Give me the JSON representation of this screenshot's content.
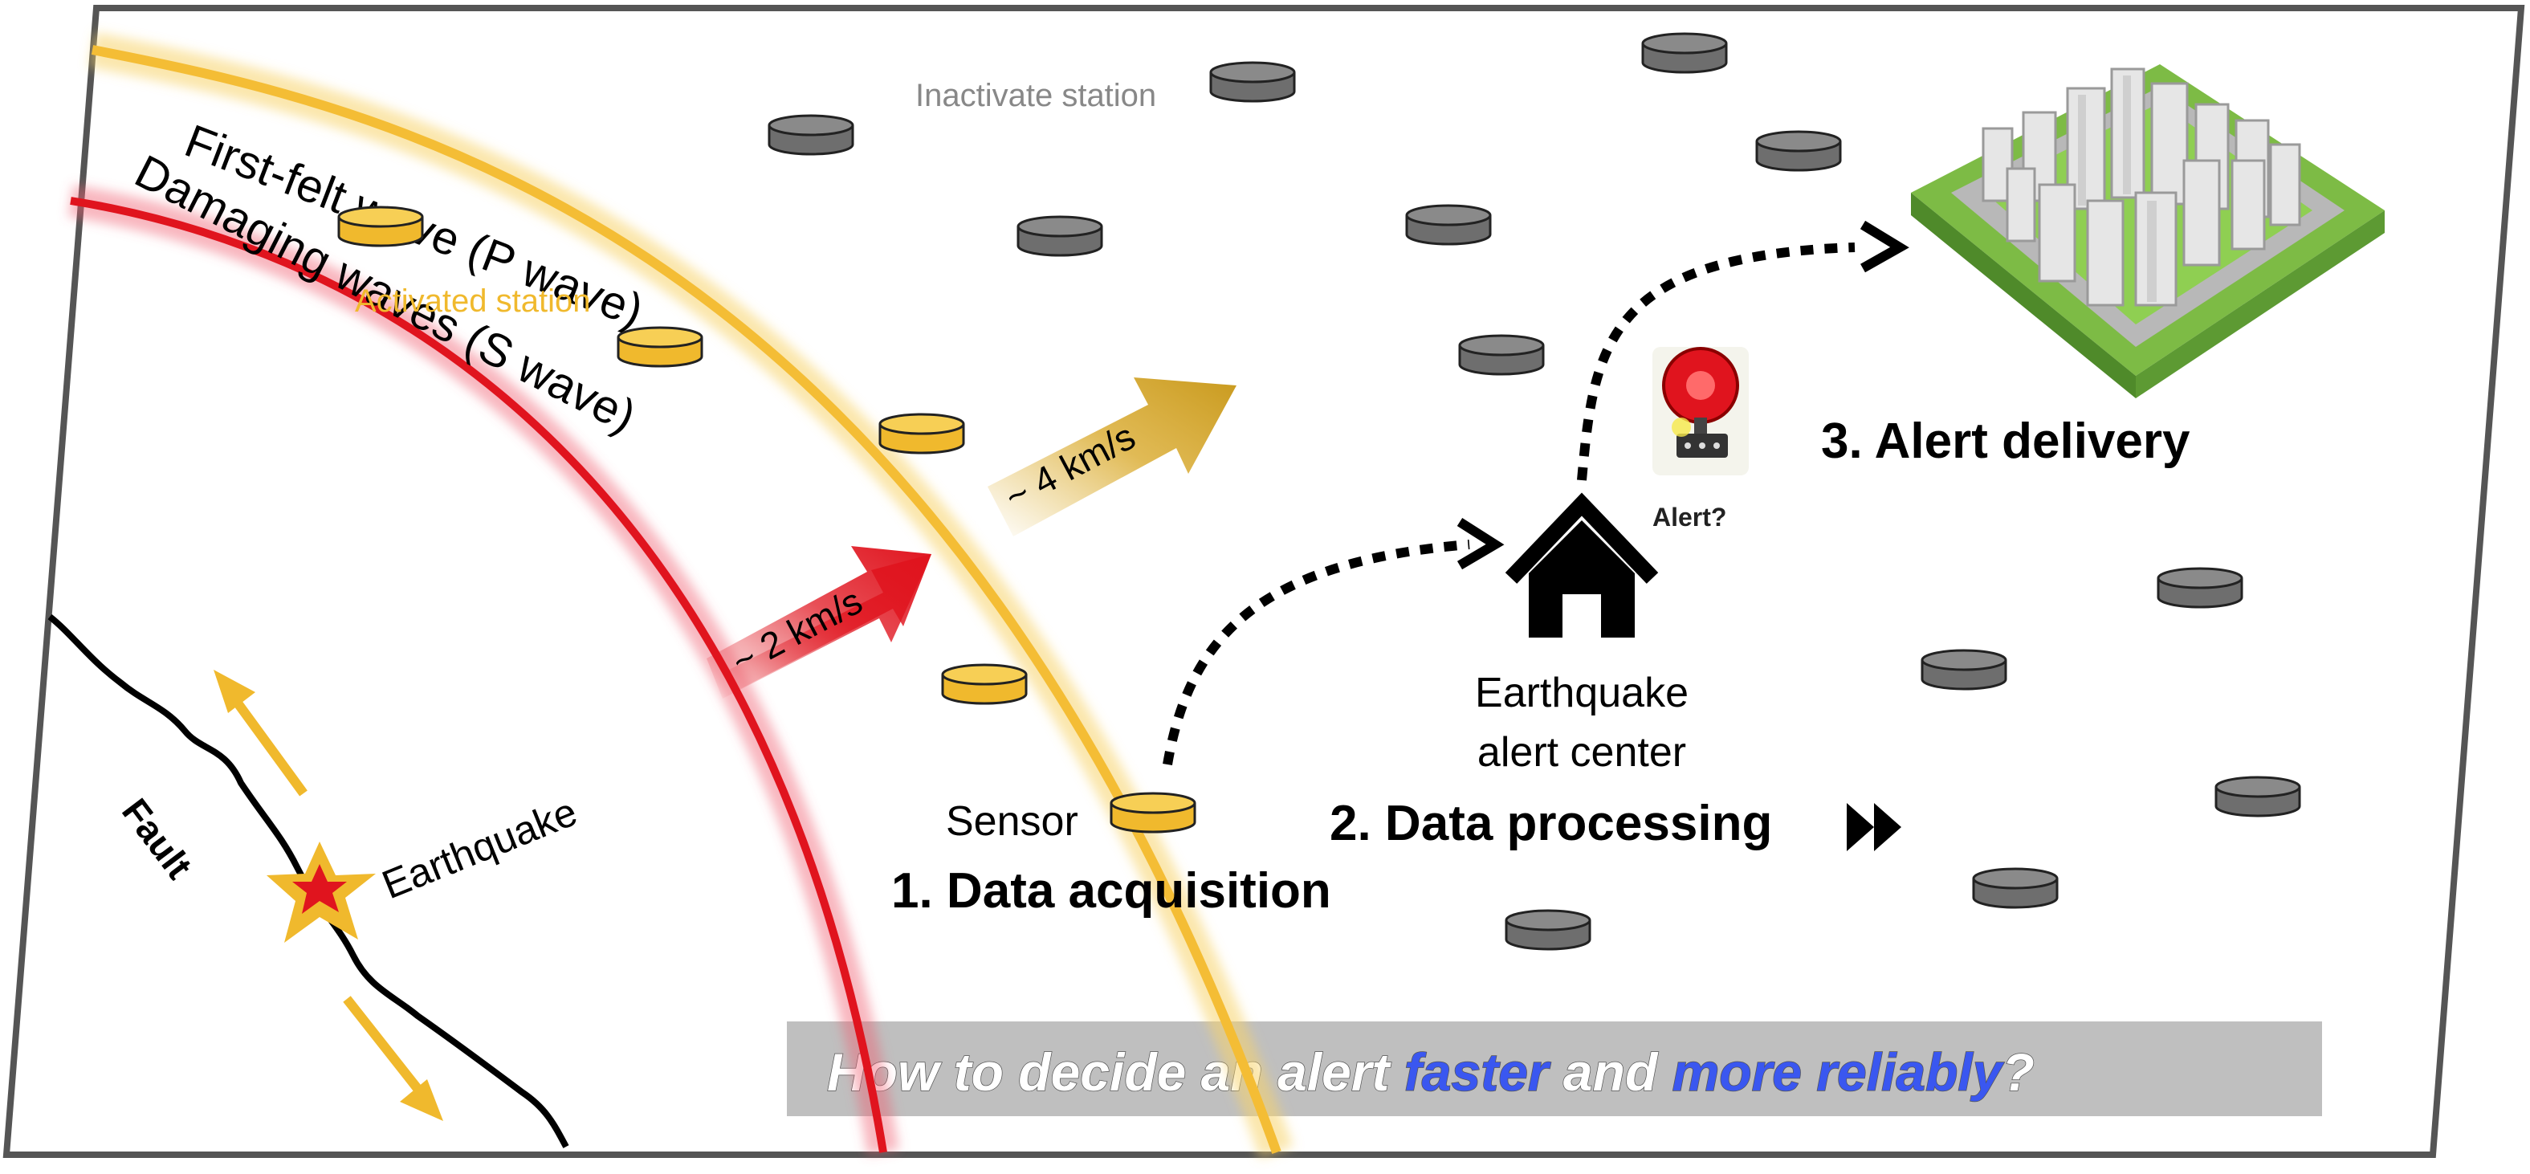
{
  "wave_labels": {
    "p_wave": "First-felt wave (P wave)",
    "s_wave": "Damaging waves (S wave)"
  },
  "speeds": {
    "p_speed": "~ 4 km/s",
    "s_speed": "~ 2 km/s"
  },
  "legend": {
    "activated": "Activated station",
    "inactivated": "Inactivate station"
  },
  "fault": {
    "fault_label": "Fault",
    "earthquake_label": "Earthquake"
  },
  "pipeline": {
    "sensor_label": "Sensor",
    "step1": "1. Data acquisition",
    "center_line1": "Earthquake",
    "center_line2": "alert center",
    "step2": "2. Data processing",
    "alert_question": "Alert?",
    "step3": "3. Alert delivery"
  },
  "question": {
    "part1": "How to decide an alert ",
    "part2": "faster",
    "part3": " and ",
    "part4": "more reliably",
    "part5": "?"
  },
  "colors": {
    "p_wave": "#f4bd35",
    "s_wave": "#e0141e",
    "activated_station": "#f0b92d",
    "inactive_station": "#6e6e6e",
    "question_bg": "#bfbfbf",
    "question_accent": "#3a57f0",
    "frame": "#555555"
  },
  "icons": {
    "house": "house-icon",
    "alarm": "alarm-bell-icon",
    "city": "city-icon",
    "epicenter": "star-icon",
    "forward": "fast-forward-icon"
  }
}
